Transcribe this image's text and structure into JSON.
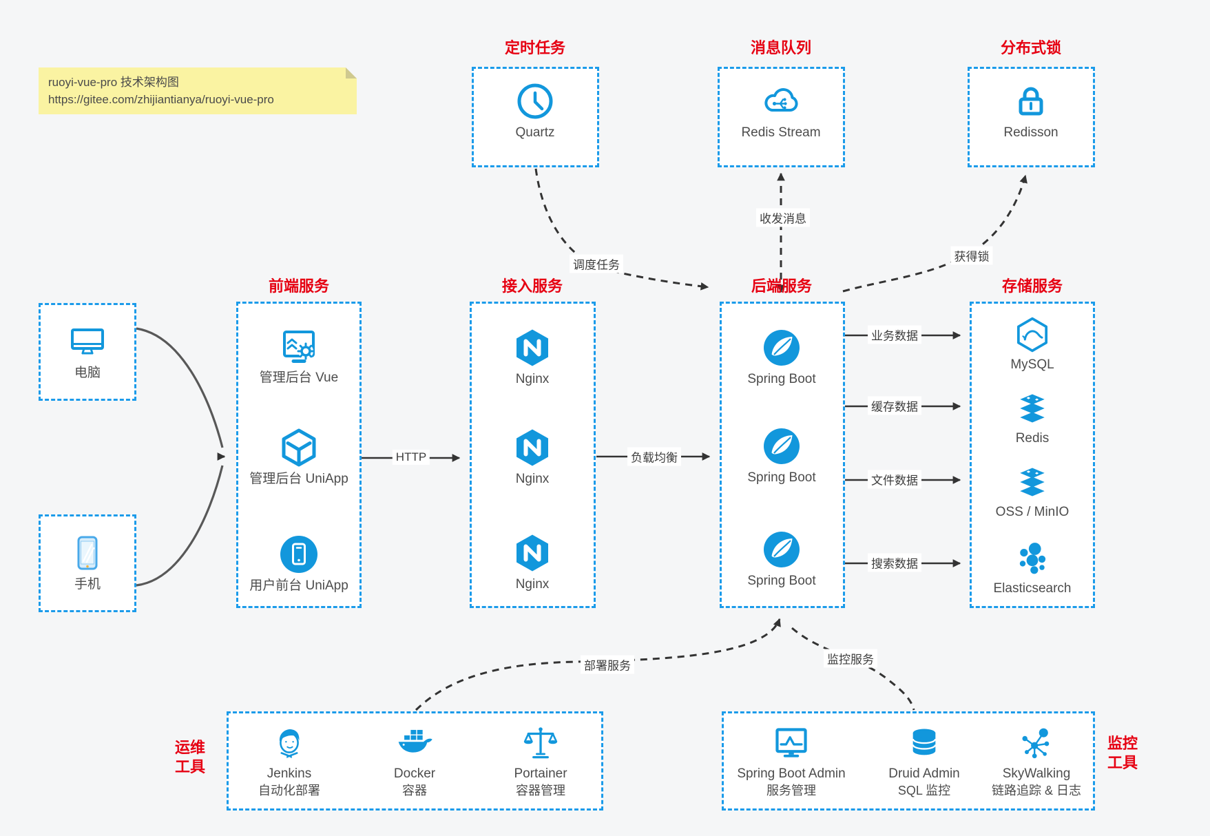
{
  "note": {
    "line1": "ruoyi-vue-pro 技术架构图",
    "line2": "https://gitee.com/zhijiantianya/ruoyi-vue-pro"
  },
  "colors": {
    "box_border_blue": "#1b9bea",
    "icon_blue": "#1297dc",
    "title_red": "#e60012",
    "arrow_dark": "#333333",
    "device_line_gray": "#585858",
    "note_bg": "#faf3a2",
    "page_bg": "#f5f6f7"
  },
  "groups": {
    "scheduled": {
      "title": "定时任务",
      "items": [
        {
          "label": "Quartz",
          "icon": "clock-icon"
        }
      ]
    },
    "mq": {
      "title": "消息队列",
      "items": [
        {
          "label": "Redis Stream",
          "icon": "cloud-network-icon"
        }
      ]
    },
    "lock": {
      "title": "分布式锁",
      "items": [
        {
          "label": "Redisson",
          "icon": "lock-icon"
        }
      ]
    },
    "devices": {
      "items": [
        {
          "label": "电脑",
          "icon": "desktop-icon"
        },
        {
          "label": "手机",
          "icon": "phone-icon"
        }
      ]
    },
    "frontend": {
      "title": "前端服务",
      "items": [
        {
          "label": "管理后台 Vue",
          "icon": "admin-web-icon"
        },
        {
          "label": "管理后台 UniApp",
          "icon": "cube-icon"
        },
        {
          "label": "用户前台 UniApp",
          "icon": "mobile-app-icon"
        }
      ]
    },
    "gateway": {
      "title": "接入服务",
      "items": [
        {
          "label": "Nginx",
          "icon": "nginx-icon"
        },
        {
          "label": "Nginx",
          "icon": "nginx-icon"
        },
        {
          "label": "Nginx",
          "icon": "nginx-icon"
        }
      ]
    },
    "backend": {
      "title": "后端服务",
      "items": [
        {
          "label": "Spring Boot",
          "icon": "spring-icon"
        },
        {
          "label": "Spring Boot",
          "icon": "spring-icon"
        },
        {
          "label": "Spring Boot",
          "icon": "spring-icon"
        }
      ]
    },
    "storage": {
      "title": "存储服务",
      "items": [
        {
          "label": "MySQL",
          "icon": "mysql-icon"
        },
        {
          "label": "Redis",
          "icon": "redis-stack-icon"
        },
        {
          "label": "OSS / MinIO",
          "icon": "oss-stack-icon"
        },
        {
          "label": "Elasticsearch",
          "icon": "elasticsearch-icon"
        }
      ]
    },
    "ops": {
      "title_line1": "运维",
      "title_line2": "工具",
      "items": [
        {
          "label": "Jenkins",
          "sublabel": "自动化部署",
          "icon": "jenkins-icon"
        },
        {
          "label": "Docker",
          "sublabel": "容器",
          "icon": "docker-icon"
        },
        {
          "label": "Portainer",
          "sublabel": "容器管理",
          "icon": "portainer-icon"
        }
      ]
    },
    "monitor": {
      "title_line1": "监控",
      "title_line2": "工具",
      "items": [
        {
          "label": "Spring Boot Admin",
          "sublabel": "服务管理",
          "icon": "monitor-chart-icon"
        },
        {
          "label": "Druid Admin",
          "sublabel": "SQL 监控",
          "icon": "database-icon"
        },
        {
          "label": "SkyWalking",
          "sublabel": "链路追踪 & 日志",
          "icon": "topology-icon"
        }
      ]
    }
  },
  "edges": {
    "http": "HTTP",
    "load_balance": "负载均衡",
    "biz_data": "业务数据",
    "cache_data": "缓存数据",
    "file_data": "文件数据",
    "search_data": "搜索数据",
    "schedule": "调度任务",
    "message": "收发消息",
    "lock": "获得锁",
    "deploy": "部署服务",
    "monitor": "监控服务"
  }
}
